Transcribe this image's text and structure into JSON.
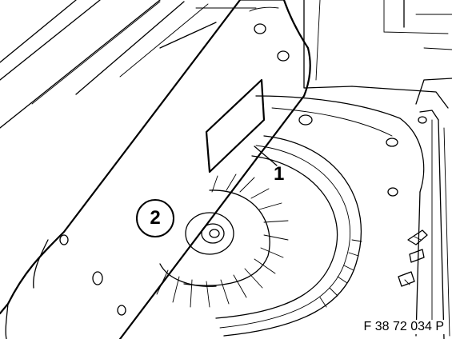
{
  "figure": {
    "callouts": [
      {
        "id": "1",
        "label": "1",
        "part": "label-plate"
      },
      {
        "id": "2",
        "label": "2",
        "part": "trunk-floor-cover"
      }
    ],
    "code": "F 38 72 034 P"
  }
}
